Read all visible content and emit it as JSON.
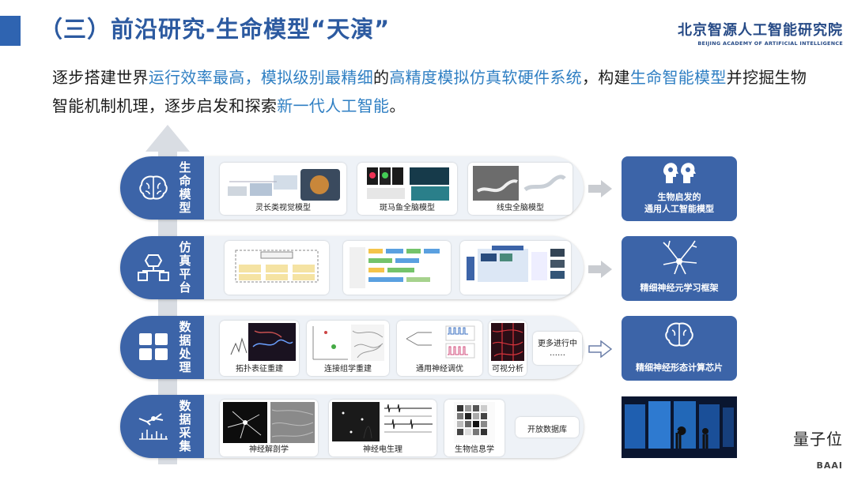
{
  "header": {
    "title": "（三）前沿研究-生命模型“天演”",
    "org_cn": "北京智源人工智能研究院",
    "org_en": "BEIJING ACADEMY OF ARTIFICIAL INTELLIGENCE"
  },
  "intro": {
    "p1": "逐步搭建世界",
    "h1": "运行效率最高，模拟级别最精细",
    "p2": "的",
    "h2": "高精度模拟仿真软硬件系统",
    "p3": "，构建",
    "h3": "生命智能模型",
    "p4": "并挖掘生物智能机制机理，逐步启发和探索",
    "h4": "新一代人工智能",
    "p5": "。"
  },
  "rows": {
    "model": {
      "label": "生命模型",
      "captions": [
        "灵长类视觉模型",
        "斑马鱼全脑模型",
        "线虫全脑模型"
      ]
    },
    "sim": {
      "label": "仿真平台"
    },
    "data": {
      "label": "数据处理",
      "captions": [
        "拓扑表征重建",
        "连接组学重建",
        "通用神经调优",
        "可视分析"
      ],
      "more": "更多进行中",
      "dots": "……"
    },
    "collect": {
      "label": "数据采集",
      "captions": [
        "神经解剖学",
        "神经电生理",
        "生物信息学"
      ],
      "open_db": "开放数据库"
    }
  },
  "outputs": {
    "o1": "生物启发的通用人工智能模型",
    "o1a": "生物启发的",
    "o1b": "通用人工智能模型",
    "o2": "精细神经元学习框架",
    "o3": "精细神经形态计算芯片"
  },
  "footer": {
    "watermark": "量子位",
    "logo": "BAAI"
  },
  "colors": {
    "accent": "#2f64b1",
    "row_cap": "#3c64a8",
    "highlight": "#2f7fc3",
    "row_bg": "#eef2f7"
  }
}
